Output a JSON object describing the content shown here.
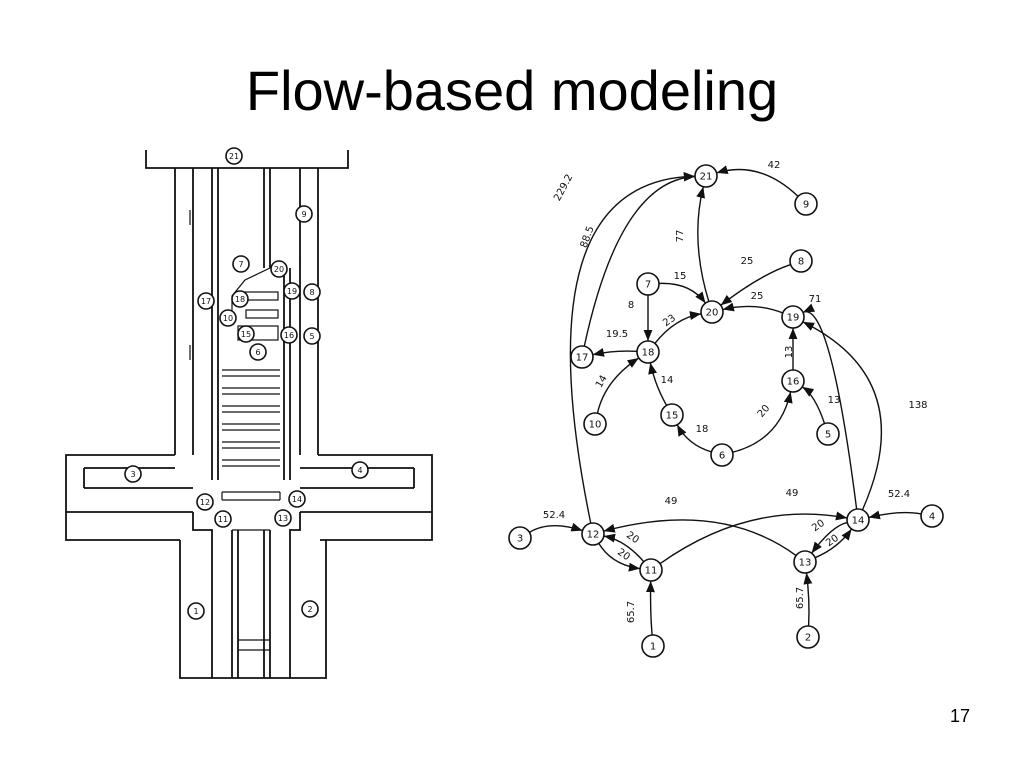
{
  "slide": {
    "title": "Flow-based modeling",
    "page_number": "17"
  },
  "floorplan": {
    "labels": [
      "21",
      "9",
      "7",
      "20",
      "17",
      "18",
      "19",
      "8",
      "10",
      "15",
      "16",
      "5",
      "6",
      "3",
      "4",
      "12",
      "14",
      "11",
      "13",
      "1",
      "2"
    ]
  },
  "network": {
    "nodes": [
      "21",
      "9",
      "8",
      "7",
      "20",
      "19",
      "17",
      "18",
      "16",
      "10",
      "15",
      "5",
      "6",
      "3",
      "12",
      "11",
      "13",
      "14",
      "4",
      "1",
      "2"
    ],
    "edges": [
      {
        "from": "17",
        "to": "21",
        "label": "88.5"
      },
      {
        "from": "12",
        "to": "21",
        "label": "229.2"
      },
      {
        "from": "20",
        "to": "21",
        "label": "77"
      },
      {
        "from": "9",
        "to": "21",
        "label": "42"
      },
      {
        "from": "8",
        "to": "20",
        "label": "25"
      },
      {
        "from": "7",
        "to": "20",
        "label": "15"
      },
      {
        "from": "7",
        "to": "18",
        "label": "8"
      },
      {
        "from": "18",
        "to": "20",
        "label": "23"
      },
      {
        "from": "19",
        "to": "20",
        "label": "25"
      },
      {
        "from": "18",
        "to": "17",
        "label": "19.5"
      },
      {
        "from": "10",
        "to": "18",
        "label": "14"
      },
      {
        "from": "15",
        "to": "18",
        "label": "14"
      },
      {
        "from": "16",
        "to": "19",
        "label": "13"
      },
      {
        "from": "14",
        "to": "19",
        "label": "71"
      },
      {
        "from": "14",
        "to": "19",
        "label": "138"
      },
      {
        "from": "6",
        "to": "15",
        "label": "18"
      },
      {
        "from": "6",
        "to": "16",
        "label": "20"
      },
      {
        "from": "5",
        "to": "16",
        "label": "13"
      },
      {
        "from": "3",
        "to": "12",
        "label": "52.4"
      },
      {
        "from": "13",
        "to": "12",
        "label": "49"
      },
      {
        "from": "11",
        "to": "14",
        "label": "49"
      },
      {
        "from": "11",
        "to": "12",
        "label": "20"
      },
      {
        "from": "12",
        "to": "11",
        "label": "20"
      },
      {
        "from": "14",
        "to": "13",
        "label": "20"
      },
      {
        "from": "13",
        "to": "14",
        "label": "20"
      },
      {
        "from": "4",
        "to": "14",
        "label": "52.4"
      },
      {
        "from": "1",
        "to": "11",
        "label": "65.7"
      },
      {
        "from": "2",
        "to": "13",
        "label": "65.7"
      }
    ]
  }
}
